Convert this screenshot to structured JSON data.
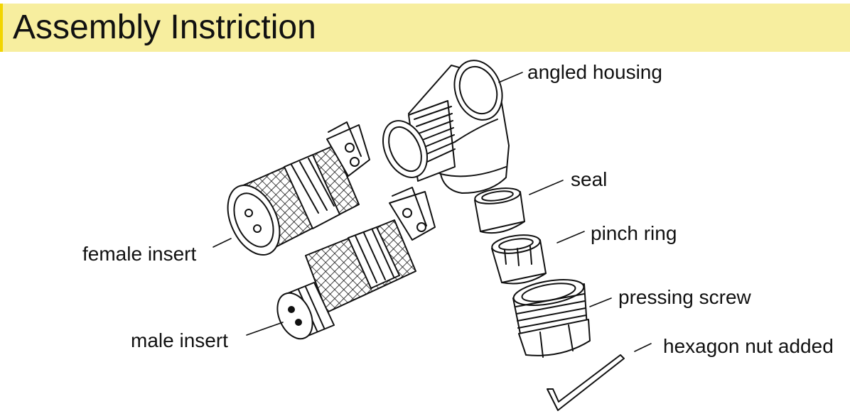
{
  "header": {
    "title": "Assembly Instriction"
  },
  "labels": {
    "angled_housing": "angled housing",
    "seal": "seal",
    "pinch_ring": "pinch ring",
    "pressing_screw": "pressing screw",
    "hexagon_nut": "hexagon nut added",
    "female_insert": "female insert",
    "male_insert": "male insert"
  },
  "colors": {
    "title_bar": "#f7ee9f",
    "title_accent": "#f2d500",
    "line_art": "#111111"
  }
}
